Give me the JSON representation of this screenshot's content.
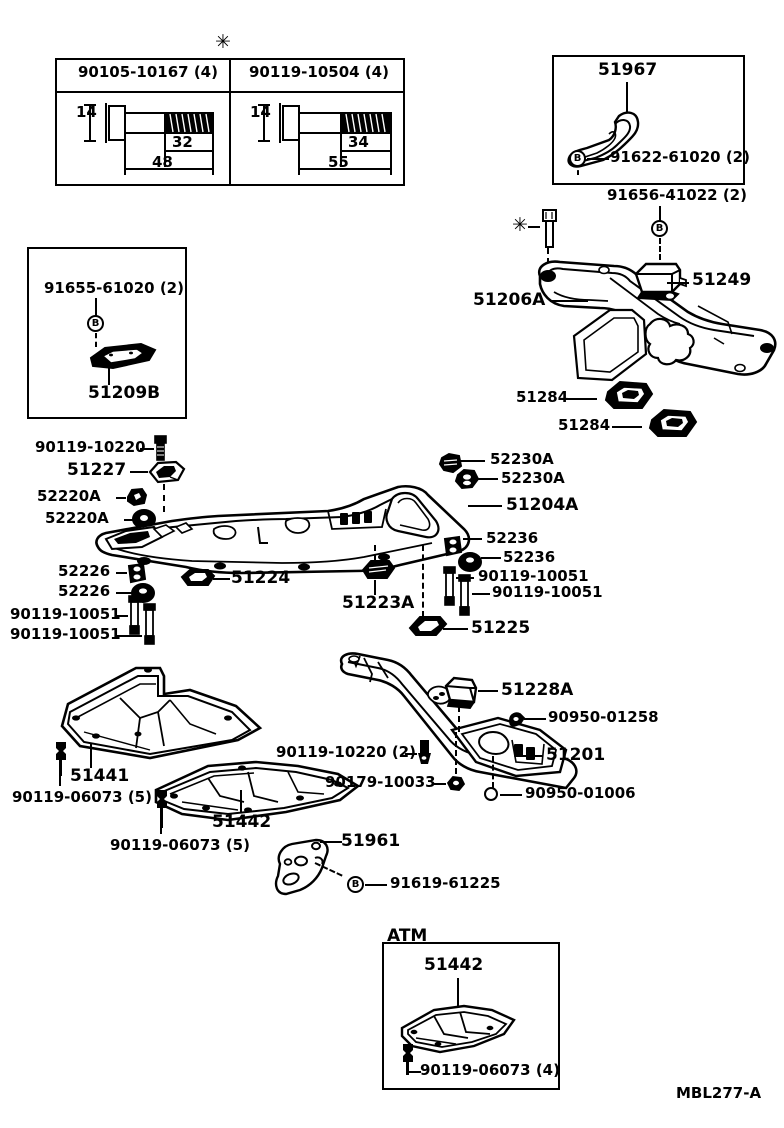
{
  "diagram": {
    "code": "MBL277-A",
    "star_glyph": "✳"
  },
  "bolt_spec_table": {
    "columns": [
      {
        "part_number": "90105-10167 (4)",
        "head_dim": "14",
        "thread_len": "32",
        "total_len": "48"
      },
      {
        "part_number": "90119-10504 (4)",
        "head_dim": "14",
        "thread_len": "34",
        "total_len": "55"
      }
    ]
  },
  "boxes": {
    "top_right": {
      "part_label": "51967",
      "bolt_label": "91622-61020 (2)",
      "bolt_marker": "B"
    },
    "left_mid": {
      "bolt_label": "91655-61020 (2)",
      "bolt_marker": "B",
      "part_label": "51209B"
    },
    "atm": {
      "title": "ATM",
      "part_label": "51442",
      "bolt_label": "90119-06073 (4)"
    }
  },
  "callouts": {
    "crossmember_rear": {
      "main": "51206A",
      "bracket": "51249",
      "bracket_bolt": "91656-41022 (2)",
      "bracket_bolt_marker": "B",
      "cushion_1": "51284",
      "cushion_2": "51284"
    },
    "crossmember_front": {
      "bolt_top": "90119-10220",
      "bracket": "51227",
      "cushion_a1": "52220A",
      "cushion_a2": "52220A",
      "cushion_b1": "52226",
      "cushion_b2": "52226",
      "bolt_b1": "90119-10051",
      "bolt_b2": "90119-10051",
      "pad_left": "51224",
      "main": "51204A",
      "cushion_c1": "52230A",
      "cushion_c2": "52230A",
      "cushion_d1": "52236",
      "cushion_d2": "52236",
      "bolt_d1": "90119-10051",
      "bolt_d2": "90119-10051",
      "pad_mid": "51223A",
      "pad_bottom": "51225"
    },
    "lower": {
      "shield_left": "51441",
      "shield_left_bolt": "90119-06073 (5)",
      "shield_right": "51442",
      "shield_right_bolt": "90119-06073 (5)",
      "member": "51201",
      "stopper": "51228A",
      "clip_upper": "90950-01258",
      "clip_lower": "90950-01006",
      "bolt_a": "90119-10220 (2)",
      "nut_a": "90179-10033",
      "bracket": "51961",
      "bracket_bolt": "91619-61225",
      "bracket_bolt_marker": "B"
    }
  }
}
